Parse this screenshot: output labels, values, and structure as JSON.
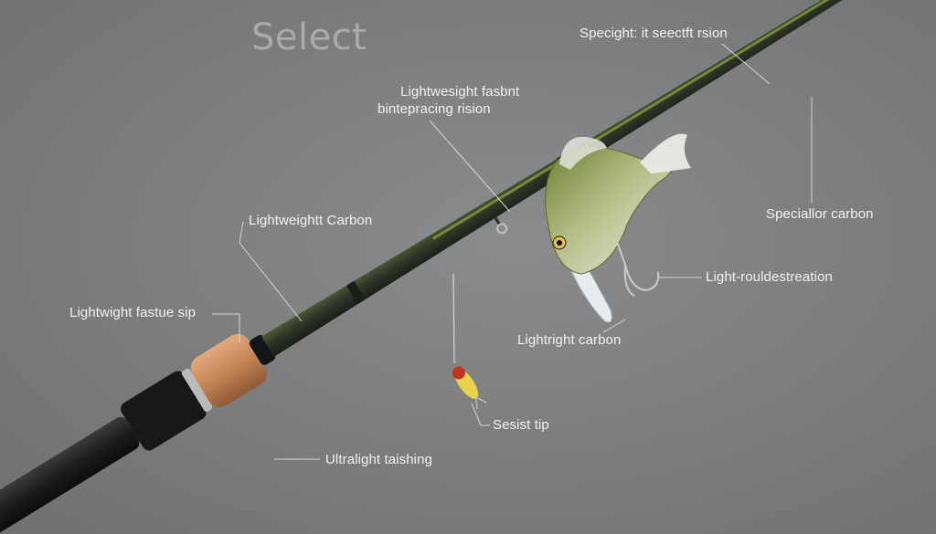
{
  "title": "Select",
  "labels": {
    "top_right": "Specight: it seectft rsion",
    "center_line1": "Lightwesight fasbnt",
    "center_line2": "bintepracing rision",
    "right_mid": "Speciallor carbon",
    "left_upper": "Lightweightt Carbon",
    "right_lower": "Light-rouldestreation",
    "left_lower": "Lightwight fastue sip",
    "center_lower": "Lightright carbon",
    "lure_tip": "Sesist tip",
    "bottom": "Ultralight taishing"
  },
  "colors": {
    "background": "#7d7e80",
    "rod_blank": "#2f3a2a",
    "rod_accent": "#6f7f3a",
    "grip_cork": "#c98f62",
    "label_text": "#f2f2f2",
    "title_text": "#a9aaac"
  }
}
